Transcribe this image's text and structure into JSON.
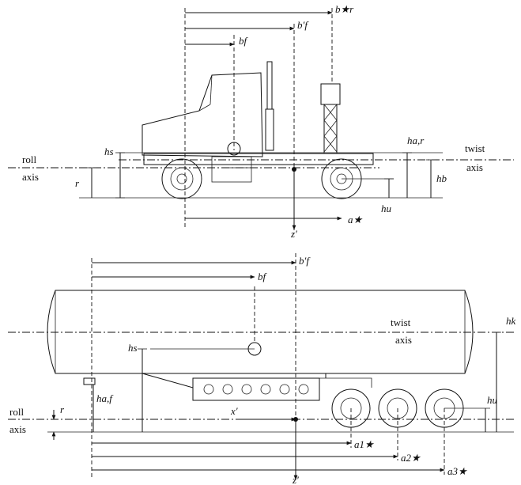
{
  "top_view": {
    "b_r_star": "b★r",
    "b_f_prime": "b′f",
    "b_f": "bf",
    "h_s": "hs",
    "h_a_r": "ha,r",
    "twist_line1": "twist",
    "twist_line2": "axis",
    "roll_line1": "roll",
    "roll_line2": "axis",
    "r": "r",
    "h_b": "hb",
    "h_u": "hu",
    "a_star": "a★",
    "z_prime": "z′"
  },
  "bottom_view": {
    "b_f_prime": "b′f",
    "b_f": "bf",
    "twist_line1": "twist",
    "twist_line2": "axis",
    "h_k": "hk",
    "h_s": "hs",
    "h_u": "hu",
    "h_a_f": "ha,f",
    "roll_line1": "roll",
    "roll_line2": "axis",
    "r": "r",
    "x_prime": "x′",
    "a1_star": "a1★",
    "a2_star": "a2★",
    "a3_star": "a3★",
    "z_prime": "z′"
  }
}
